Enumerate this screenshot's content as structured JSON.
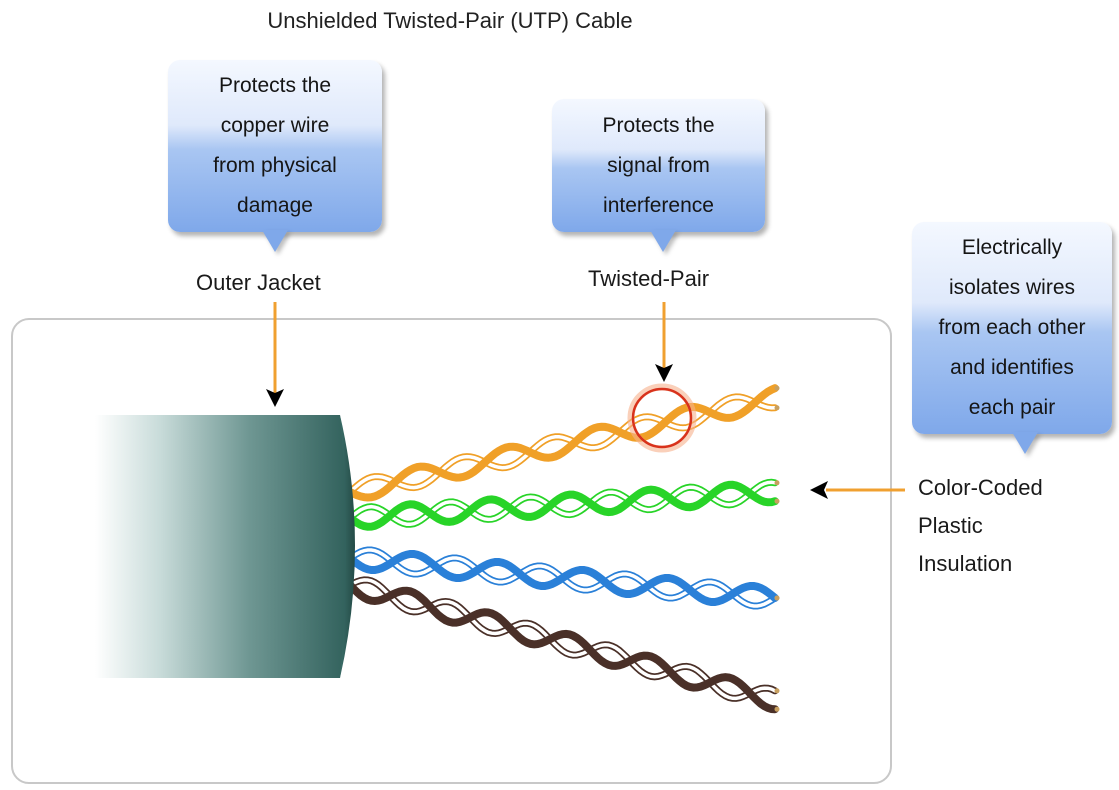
{
  "title": "Unshielded Twisted-Pair (UTP) Cable",
  "callouts": [
    {
      "label": "Outer Jacket",
      "description": "Protects the\ncopper wire\nfrom physical\ndamage"
    },
    {
      "label": "Twisted-Pair",
      "description": "Protects the\nsignal from\ninterference"
    },
    {
      "label": "Color-Coded\nPlastic\nInsulation",
      "description": "Electrically\nisolates wires\nfrom each other\nand identifies\neach pair"
    }
  ],
  "colors": {
    "bubble": "#7fa8ea",
    "arrow": "#f0a030",
    "jacket": "#2f5f5a",
    "highlight_circle": "#d8321c",
    "pair_orange": "#f0a028",
    "pair_green": "#28d428",
    "pair_blue": "#2a80d8",
    "pair_brown": "#4a3028"
  }
}
